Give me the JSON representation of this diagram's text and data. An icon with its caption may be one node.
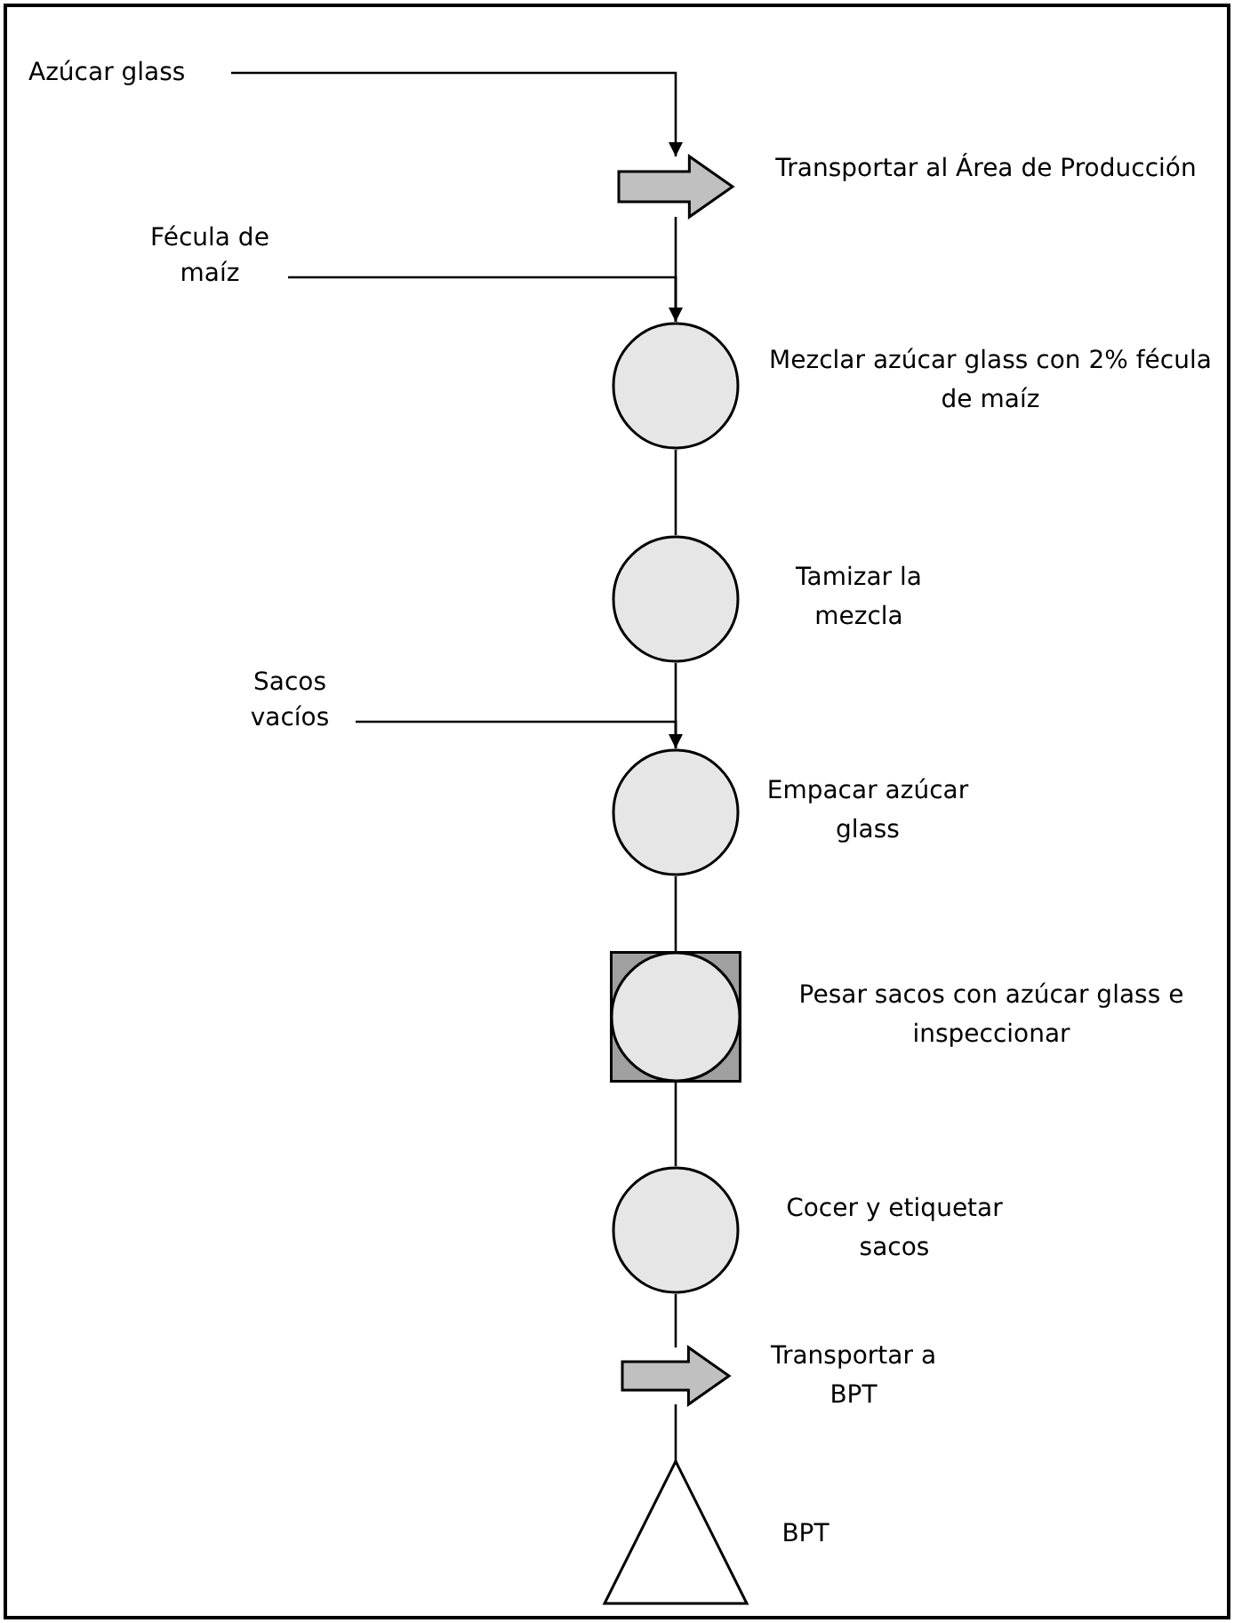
{
  "diagram": {
    "nodes": [
      {
        "text": [
          "Azúcar glass"
        ]
      },
      {
        "text": [],
        "shape": "arrow",
        "beside": [
          "Transportar al Área de Producción"
        ]
      },
      {
        "text": [
          "Fécula de maíz"
        ]
      },
      {
        "text": [],
        "shape": "circle",
        "beside": [
          "Mezclar azúcar glass con 2% fécula de maíz"
        ]
      },
      {
        "text": [],
        "shape": "circle",
        "beside": [
          "Tamizar la mezcla"
        ]
      },
      {
        "text": [
          "Sacos vacíos"
        ]
      },
      {
        "text": [],
        "shape": "circle",
        "beside": [
          "Empacar azúcar glass"
        ]
      },
      {
        "text": [],
        "shape": "box",
        "beside": [
          "Pesar sacos con azúcar glass e inspeccionar"
        ]
      },
      {
        "text": [],
        "shape": "circle",
        "beside": [
          "Cocer y etiquetar sacos"
        ]
      },
      {
        "text": [],
        "shape": "arrow",
        "beside": [
          "Transportar a BPT"
        ]
      },
      {
        "text": [],
        "shape": "triangle",
        "beside": [
          "BPT"
        ]
      }
    ],
    "edges": [
      {
        "from": 0,
        "to": 1,
        "arrow": "to"
      },
      {
        "from": 1,
        "to": 3,
        "arrow": "none"
      },
      {
        "from": 2,
        "to": 3,
        "arrow": "to"
      },
      {
        "from": 3,
        "to": 4,
        "arrow": "none"
      },
      {
        "from": 4,
        "to": 6,
        "arrow": "none"
      },
      {
        "from": 5,
        "to": 6,
        "arrow": "to"
      },
      {
        "from": 6,
        "to": 7,
        "arrow": "none"
      },
      {
        "from": 7,
        "to": 8,
        "arrow": "none"
      },
      {
        "from": 8,
        "to": 9,
        "arrow": "none"
      },
      {
        "from": 9,
        "to": 10,
        "arrow": "none"
      }
    ]
  }
}
